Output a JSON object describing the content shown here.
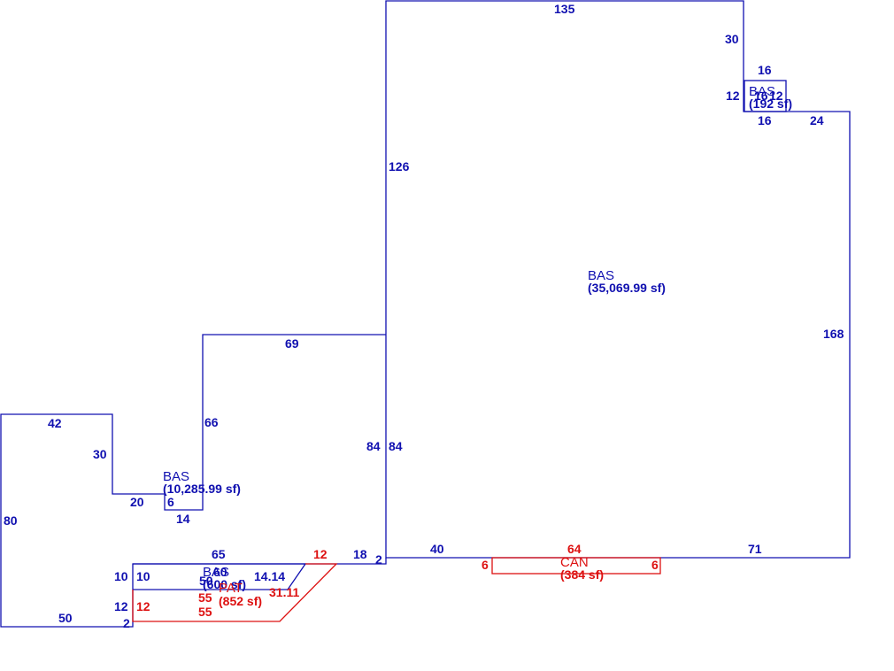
{
  "colors": {
    "base_area": "#1010b0",
    "addition_area": "#dd1111"
  },
  "areas": {
    "bas_main": {
      "code": "BAS",
      "size": "(35,069.99 sf)"
    },
    "bas_west": {
      "code": "BAS",
      "size": "(10,285.99 sf)"
    },
    "bas_small": {
      "code": "BAS",
      "size": "(192 sf)"
    },
    "bas_bottom": {
      "code": "BAS",
      "size": "(600 sf)"
    },
    "can": {
      "code": "CAN",
      "size": "(384 sf)"
    },
    "addition": {
      "code": "PAT",
      "size": "(852 sf)"
    }
  },
  "dimensions": {
    "d135": "135",
    "d30a": "30",
    "d16a": "16",
    "d12a": "12",
    "d16b": "16",
    "d24": "24",
    "d12b": "12",
    "d16c": "16",
    "d126": "126",
    "d168": "168",
    "d69": "69",
    "d42": "42",
    "d30b": "30",
    "d66": "66",
    "d84a": "84",
    "d84b": "84",
    "d20": "20",
    "d6a": "6",
    "d14": "14",
    "d80": "80",
    "d65": "65",
    "d12c": "12",
    "d18": "18",
    "d2a": "2",
    "d40": "40",
    "d64": "64",
    "d71": "71",
    "d6b": "6",
    "d6c": "6",
    "d60": "60",
    "d10a": "10",
    "d10b": "10",
    "d14_14": "14.14",
    "d50a": "50",
    "d31_11": "31.11",
    "d12d": "12",
    "d12e": "12",
    "d55a": "55",
    "d55b": "55",
    "d50b": "50",
    "d2b": "2"
  }
}
